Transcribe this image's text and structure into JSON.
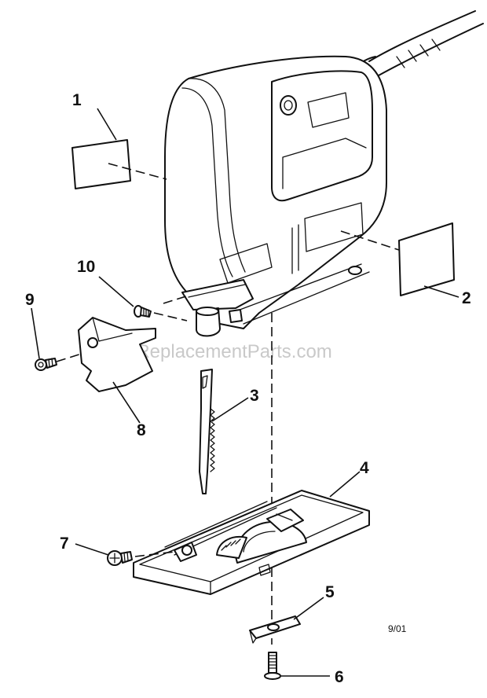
{
  "watermark": "eReplacementParts.com",
  "date_code": "9/01",
  "callouts": {
    "c1": "1",
    "c2": "2",
    "c3": "3",
    "c4": "4",
    "c5": "5",
    "c6": "6",
    "c7": "7",
    "c8": "8",
    "c9": "9",
    "c10": "10"
  }
}
